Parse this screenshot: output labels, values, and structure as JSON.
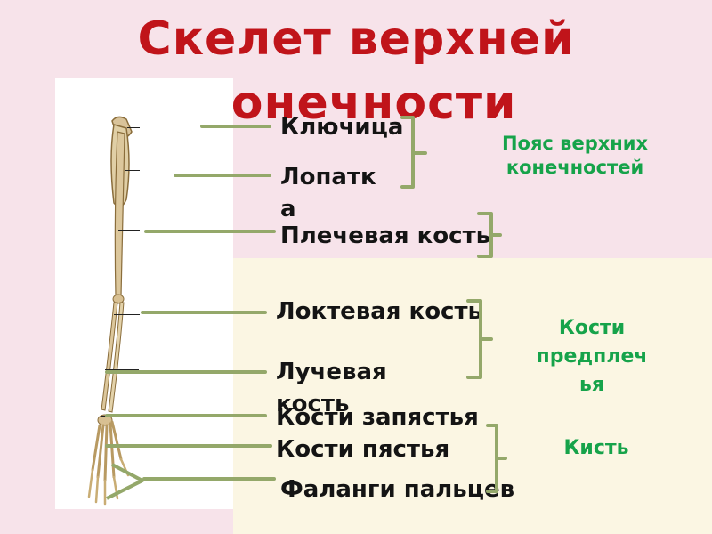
{
  "title": {
    "line1": "Скелет верхней",
    "line2": "конечности"
  },
  "labels": {
    "clavicle": "Ключица",
    "scapula_line1": "Лопатк",
    "scapula_line2": "а",
    "humerus": "Плечевая кость",
    "ulna": "Локтевая кость",
    "radius_line1": "Лучевая",
    "radius_line2": "кость",
    "carpals": "Кости запястья",
    "metacarpals": "Кости пястья",
    "phalanges": "Фаланги пальцев"
  },
  "groups": {
    "girdle_line1": "Пояс верхних",
    "girdle_line2": "конечностей",
    "forearm_line1": "Кости",
    "forearm_line2": "предплеч",
    "forearm_line3": "ья",
    "hand": "Кисть"
  },
  "colors": {
    "title": "#c0141a",
    "group_text": "#16a34a",
    "bracket": "#94a86a",
    "label_text": "#141414"
  }
}
